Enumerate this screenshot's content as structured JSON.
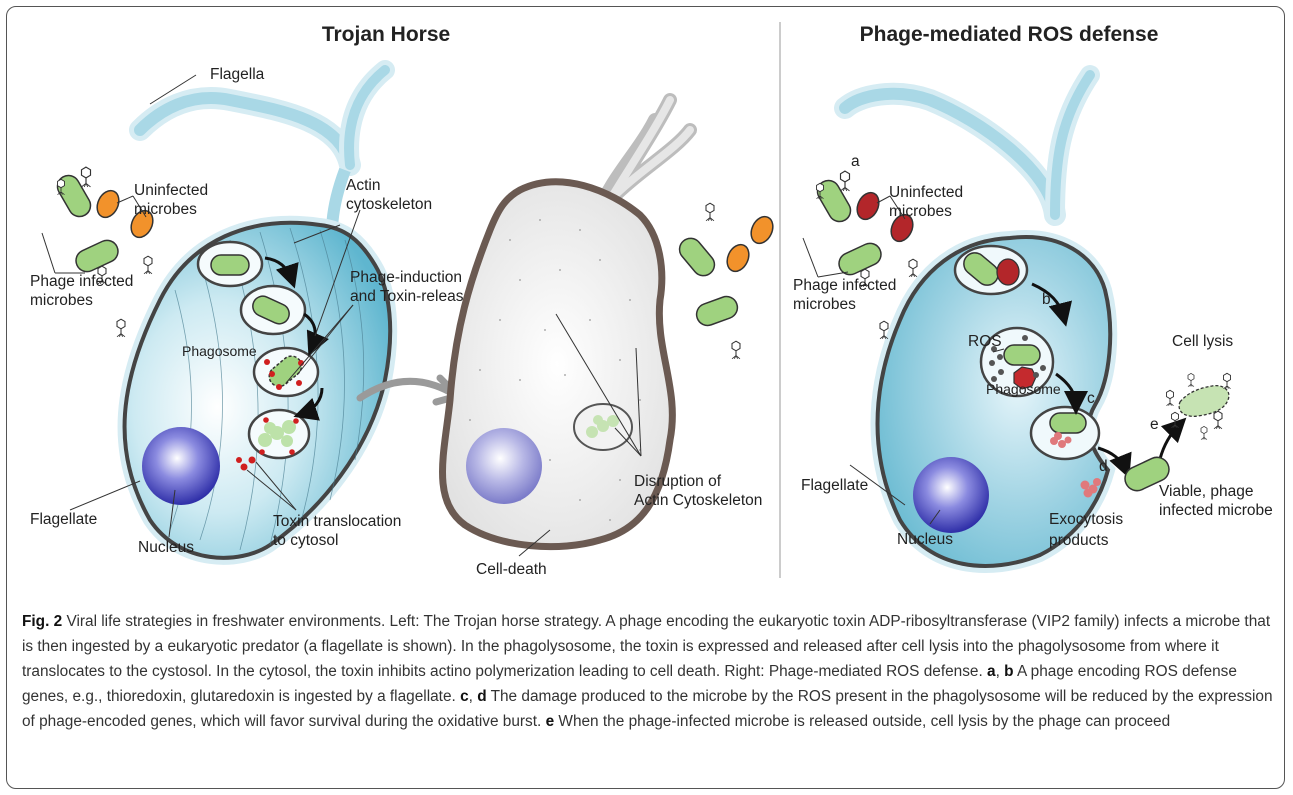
{
  "left": {
    "title": "Trojan Horse",
    "labels": {
      "flagella": "Flagella",
      "uninfected1": "Uninfected",
      "uninfected2": "microbes",
      "actin1": "Actin",
      "actin2": "cytoskeleton",
      "phage_induction1": "Phage-induction",
      "phage_induction2": "and Toxin-release",
      "phage_infected1": "Phage infected",
      "phage_infected2": "microbes",
      "phagosome": "Phagosome",
      "flagellate": "Flagellate",
      "nucleus": "Nucleus",
      "toxin1": "Toxin translocation",
      "toxin2": "to cytosol",
      "cell_death": "Cell-death",
      "disruption1": "Disruption of",
      "disruption2": "Actin Cytoskeleton"
    }
  },
  "right": {
    "title": "Phage-mediated ROS defense",
    "labels": {
      "a": "a",
      "b": "b",
      "c": "c",
      "d": "d",
      "e": "e",
      "uninfected1": "Uninfected",
      "uninfected2": "microbes",
      "phage_infected1": "Phage infected",
      "phage_infected2": "microbes",
      "ros": "ROS",
      "phagosome": "Phagosome",
      "cell_lysis": "Cell lysis",
      "flagellate": "Flagellate",
      "nucleus": "Nucleus",
      "exocytosis1": "Exocytosis",
      "exocytosis2": "products",
      "viable1": "Viable, phage",
      "viable2": "infected microbe"
    }
  },
  "caption": {
    "fig_label": "Fig. 2",
    "p1": " Viral life strategies in freshwater environments. Left: The Trojan horse strategy. A phage encoding the eukaryotic toxin ADP-ribosyltransferase (VIP2 family) infects a microbe that is then ingested by a eukaryotic predator (a flagellate is shown). In the phagolysosome, the toxin is expressed and released after cell lysis into the phagolysosome from where it translocates to the cystosol. In the cytosol, the toxin inhibits actino polymerization leading to cell death. Right: Phage-mediated ROS defense. ",
    "a": "a",
    "sep1": ", ",
    "b": "b",
    "p2": " A phage encoding ROS defense genes, e.g., thioredoxin, glutaredoxin is ingested by a flagellate. ",
    "c": "c",
    "sep2": ", ",
    "d": "d",
    "p3": " The damage produced to the microbe by the ROS present in the phagolysosome will be reduced by the expression of phage-encoded genes, which will favor survival during the oxidative burst. ",
    "e": "e",
    "p4": " When the phage-infected microbe is released outside, cell lysis by the phage can proceed"
  },
  "colors": {
    "cell_fill": "#8fcfe0",
    "flagella": "#a9d8e6",
    "microbe_green": "#9fd27f",
    "microbe_orange": "#f2922b",
    "microbe_red": "#b3262a",
    "nucleus": "#3b3bb8",
    "dead_cell": "#efefef",
    "dead_outline": "#6b5a52"
  }
}
